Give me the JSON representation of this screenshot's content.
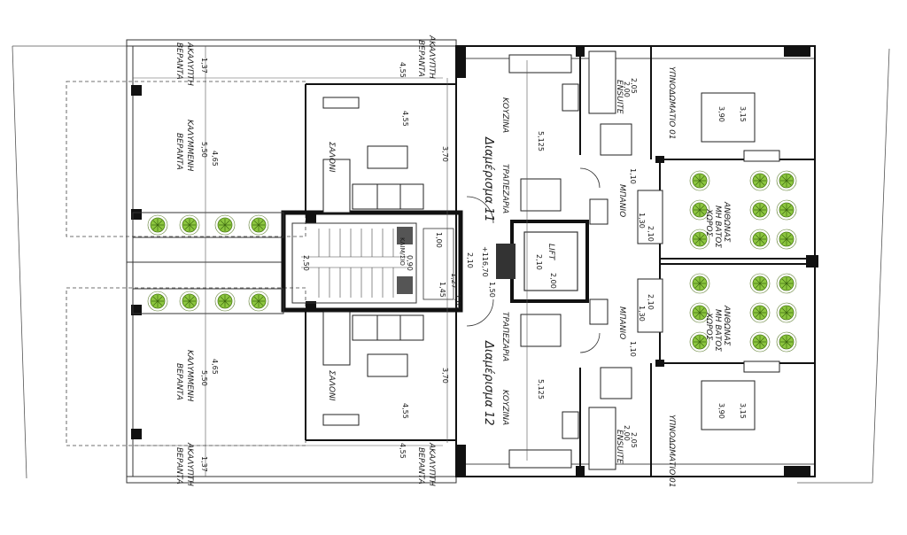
{
  "apartments": [
    {
      "name": "Διαμέρισμα 11"
    },
    {
      "name": "Διαμέρισμα 12"
    }
  ],
  "rooms": {
    "kitchen": "ΚΟΥΖΙΝΑ",
    "dining": "ΤΡΑΠΕΖΑΡΙΑ",
    "living": "ΣΑΛΟΝΙ",
    "bathroom": "ΜΠΑΝΙΟ",
    "ensuite": "ENSUITE",
    "bedroom": "ΥΠΝΟΔΩΜΑΤΙΟ 01",
    "covered_veranda_1": "ΚΑΛΥΜΜΕΝΗ",
    "covered_veranda_2": "ΒΕΡΑΝΤΑ",
    "uncovered_veranda_1": "ΑΚΑΛΥΠΤΗ",
    "uncovered_veranda_2": "ΒΕΡΑΝΤΑ",
    "garden_1": "ΑΝΘΩΝΑΣ",
    "garden_2": "ΜΗ ΒΑΤΟΣ",
    "garden_3": "ΧΩΡΟΣ",
    "lift": "LIFT",
    "stair": "ΚΛΙΜ/ΣΙΟ",
    "level": "+116,70"
  },
  "dimensions": {
    "d137": "1,37",
    "d455": "4,55",
    "d550": "5,50",
    "d465": "4,65",
    "d370": "3,70",
    "d5125": "5,125",
    "d200": "2,00",
    "d205": "2,05",
    "d315": "3,15",
    "d390": "3,90",
    "d110": "1,10",
    "d210": "2,10",
    "d130": "1,30",
    "d250": "2,50",
    "d090": "0,90",
    "d100": "1,00",
    "d127": "1,27",
    "d145": "1,45",
    "d102": "1,02",
    "d150": "1,50"
  }
}
